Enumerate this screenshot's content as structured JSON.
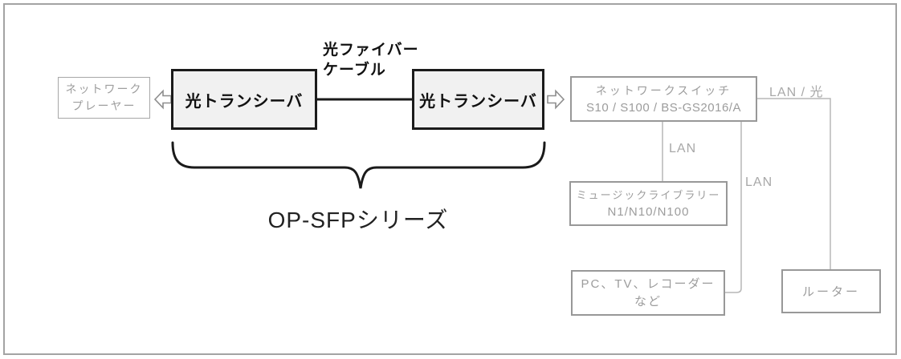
{
  "colors": {
    "black_line": "#1a1a1a",
    "gray_box_border": "#989898",
    "gray_text": "#9c9c9c",
    "light_connector_line": "#b7b7b7",
    "transceiver_fill": "#f1f1f1"
  },
  "diagram": {
    "network_player": {
      "line1": "ネットワーク",
      "line2": "プレーヤー"
    },
    "transceiver_left": {
      "label": "光トランシーバ"
    },
    "transceiver_right": {
      "label": "光トランシーバ"
    },
    "fiber_cable": {
      "line1": "光ファイバー",
      "line2": "ケーブル"
    },
    "series": {
      "label": "OP-SFPシリーズ"
    },
    "network_switch": {
      "line1": "ネットワークスイッチ",
      "line2": "S10 / S100 / BS-GS2016/A"
    },
    "labels": {
      "lan_fiber": "LAN / 光",
      "lan_1": "LAN",
      "lan_2": "LAN"
    },
    "music_library": {
      "line1": "ミュージックライブラリー",
      "line2": "N1/N10/N100"
    },
    "pc_tv_recorder": {
      "line1": "PC、TV、レコーダー",
      "line2": "など"
    },
    "router": {
      "label": "ルーター"
    },
    "icons": {
      "left_arrow": "hollow-arrow-left-icon",
      "right_arrow": "hollow-arrow-right-icon"
    }
  }
}
